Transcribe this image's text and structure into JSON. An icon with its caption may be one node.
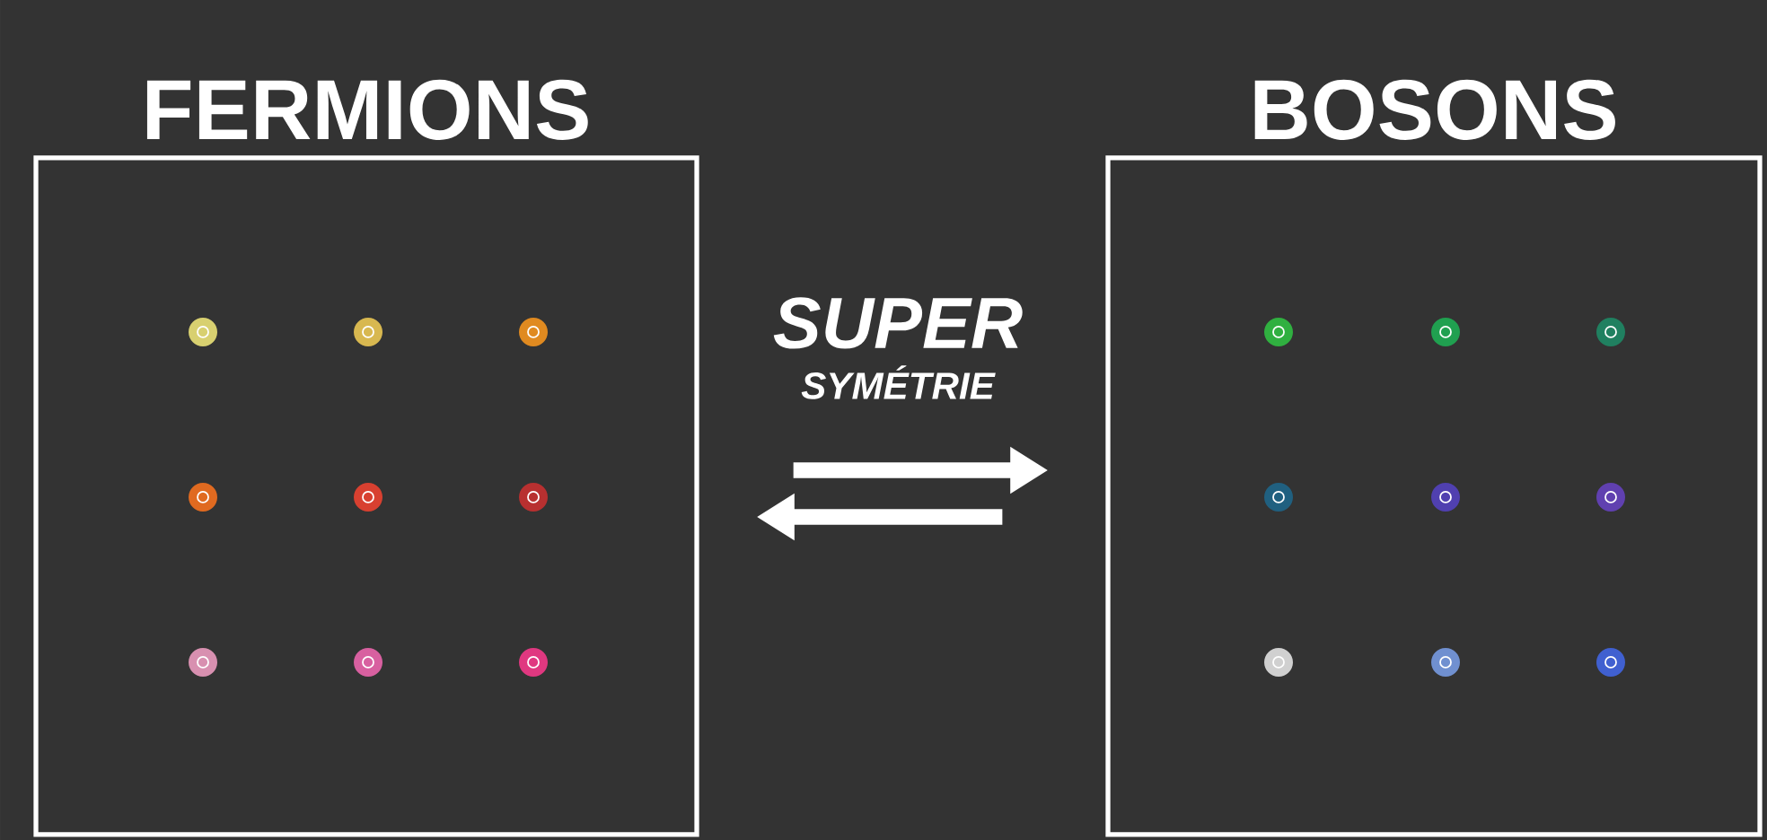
{
  "diagram": {
    "nodes": [
      {
        "text": [
          "FERMIONS"
        ]
      },
      {
        "text": [],
        "shape": "circle",
        "in": 0
      },
      {
        "text": [],
        "shape": "circle",
        "in": 0
      },
      {
        "text": [],
        "shape": "circle",
        "in": 0
      },
      {
        "text": [],
        "shape": "circle",
        "in": 0
      },
      {
        "text": [],
        "shape": "circle",
        "in": 0
      },
      {
        "text": [],
        "shape": "circle",
        "in": 0
      },
      {
        "text": [],
        "shape": "circle",
        "in": 0
      },
      {
        "text": [],
        "shape": "circle",
        "in": 0
      },
      {
        "text": [],
        "shape": "circle",
        "in": 0
      },
      {
        "text": [
          "BOSONS"
        ]
      },
      {
        "text": [],
        "shape": "circle",
        "in": 10
      },
      {
        "text": [],
        "shape": "circle",
        "in": 10
      },
      {
        "text": [],
        "shape": "circle",
        "in": 10
      },
      {
        "text": [],
        "shape": "circle",
        "in": 10
      },
      {
        "text": [],
        "shape": "circle",
        "in": 10
      },
      {
        "text": [],
        "shape": "circle",
        "in": 10
      },
      {
        "text": [],
        "shape": "circle",
        "in": 10
      },
      {
        "text": [],
        "shape": "circle",
        "in": 10
      },
      {
        "text": [],
        "shape": "circle",
        "in": 10
      }
    ],
    "edges": [
      {
        "from": 0,
        "to": 10,
        "arrow": "to"
      },
      {
        "from": 10,
        "to": 0,
        "arrow": "to"
      }
    ],
    "labels": [
      "SUPER",
      "SYMÉTRIE"
    ]
  }
}
